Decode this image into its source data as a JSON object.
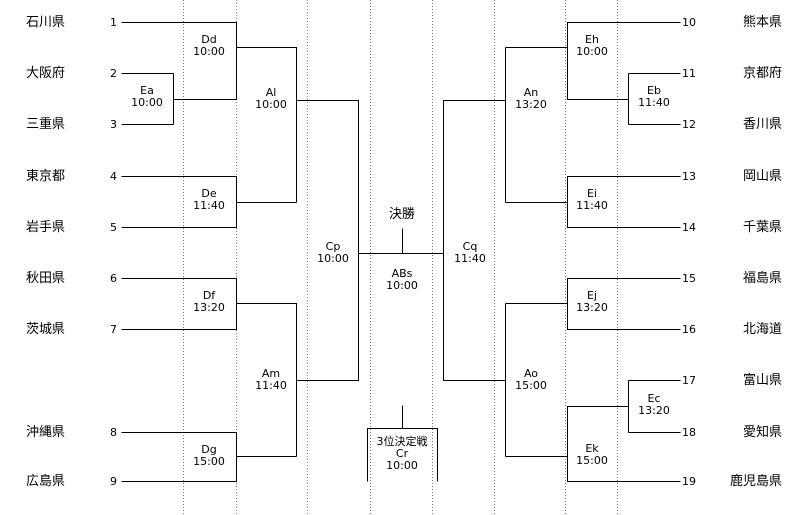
{
  "left_teams": [
    {
      "seed": "1",
      "name": "石川県"
    },
    {
      "seed": "2",
      "name": "大阪府"
    },
    {
      "seed": "3",
      "name": "三重県"
    },
    {
      "seed": "4",
      "name": "東京都"
    },
    {
      "seed": "5",
      "name": "岩手県"
    },
    {
      "seed": "6",
      "name": "秋田県"
    },
    {
      "seed": "7",
      "name": "茨城県"
    },
    {
      "seed": "8",
      "name": "沖縄県"
    },
    {
      "seed": "9",
      "name": "広島県"
    }
  ],
  "right_teams": [
    {
      "seed": "10",
      "name": "熊本県"
    },
    {
      "seed": "11",
      "name": "京都府"
    },
    {
      "seed": "12",
      "name": "香川県"
    },
    {
      "seed": "13",
      "name": "岡山県"
    },
    {
      "seed": "14",
      "name": "千葉県"
    },
    {
      "seed": "15",
      "name": "福島県"
    },
    {
      "seed": "16",
      "name": "北海道"
    },
    {
      "seed": "17",
      "name": "富山県"
    },
    {
      "seed": "18",
      "name": "愛知県"
    },
    {
      "seed": "19",
      "name": "鹿児島県"
    }
  ],
  "matches": {
    "Ea": {
      "code": "Ea",
      "time": "10:00"
    },
    "Dd": {
      "code": "Dd",
      "time": "10:00"
    },
    "De": {
      "code": "De",
      "time": "11:40"
    },
    "Df": {
      "code": "Df",
      "time": "13:20"
    },
    "Dg": {
      "code": "Dg",
      "time": "15:00"
    },
    "Al": {
      "code": "Al",
      "time": "10:00"
    },
    "Am": {
      "code": "Am",
      "time": "11:40"
    },
    "Cp": {
      "code": "Cp",
      "time": "10:00"
    },
    "Cq": {
      "code": "Cq",
      "time": "11:40"
    },
    "An": {
      "code": "An",
      "time": "13:20"
    },
    "Ao": {
      "code": "Ao",
      "time": "15:00"
    },
    "Eh": {
      "code": "Eh",
      "time": "10:00"
    },
    "Eb": {
      "code": "Eb",
      "time": "11:40"
    },
    "Ei": {
      "code": "Ei",
      "time": "11:40"
    },
    "Ej": {
      "code": "Ej",
      "time": "13:20"
    },
    "Ec": {
      "code": "Ec",
      "time": "13:20"
    },
    "Ek": {
      "code": "Ek",
      "time": "15:00"
    }
  },
  "final": {
    "title": "決勝",
    "code": "ABs",
    "time": "10:00"
  },
  "third_place": {
    "title": "3位決定戦",
    "code": "Cr",
    "time": "10:00"
  },
  "colors": {
    "line": "#000000",
    "divider": "#777777"
  }
}
